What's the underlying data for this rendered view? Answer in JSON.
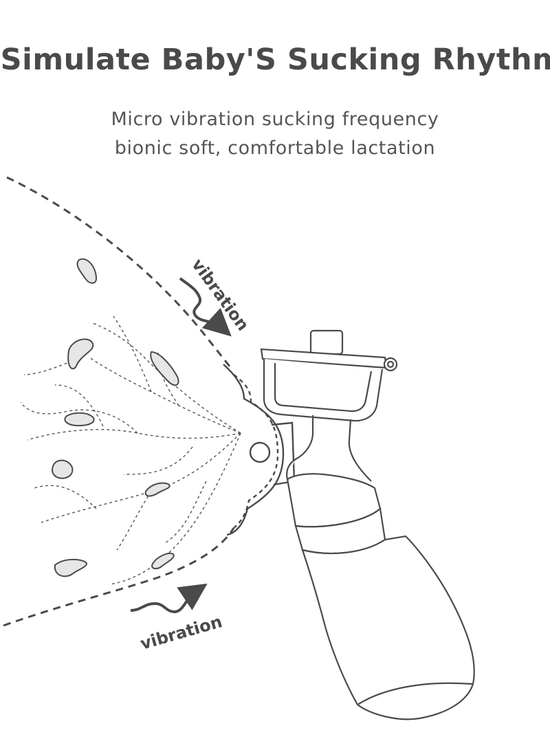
{
  "headline": "Simulate Baby'S Sucking Rhythm",
  "subtitle_line1": "Micro vibration sucking frequency",
  "subtitle_line2": "bionic soft, comfortable lactation",
  "labels": {
    "vibration_top": "vibration",
    "vibration_bottom": "vibration"
  },
  "colors": {
    "text_dark": "#4a4a4a",
    "text_mid": "#555555",
    "line": "#4a4a4a",
    "duct_fill": "#e6e6e6"
  },
  "icons": [
    "wavy-arrow-icon",
    "breast-pump-illustration",
    "breast-outline",
    "milk-duct-network"
  ]
}
